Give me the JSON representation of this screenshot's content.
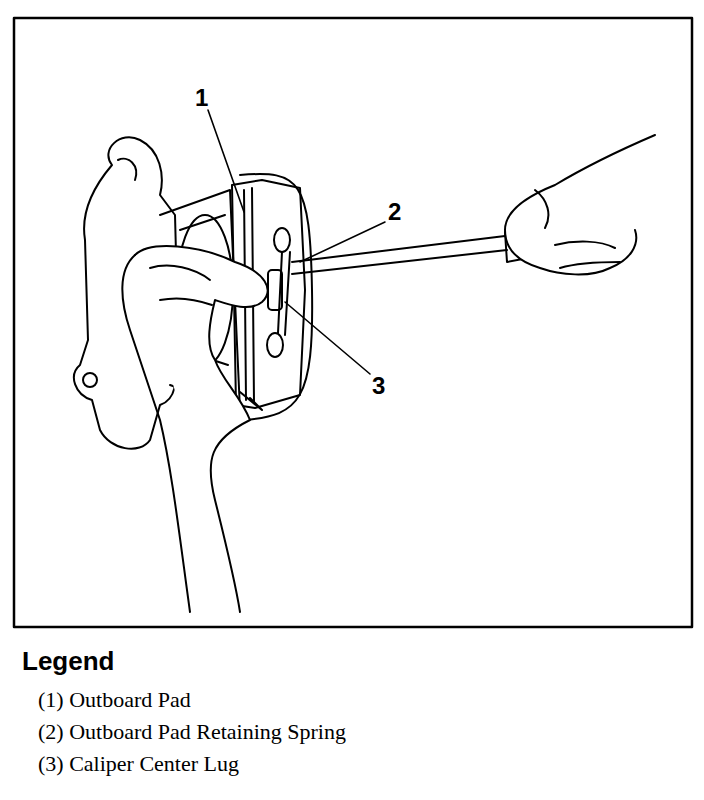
{
  "diagram": {
    "labels": [
      "1",
      "2",
      "3",
      "Legend"
    ],
    "legend": [
      {
        "text": "(1) Outboard Pad"
      },
      {
        "text": "(2) Outboard Pad Retaining Spring"
      },
      {
        "text": "(3) Caliper Center Lug"
      }
    ]
  }
}
